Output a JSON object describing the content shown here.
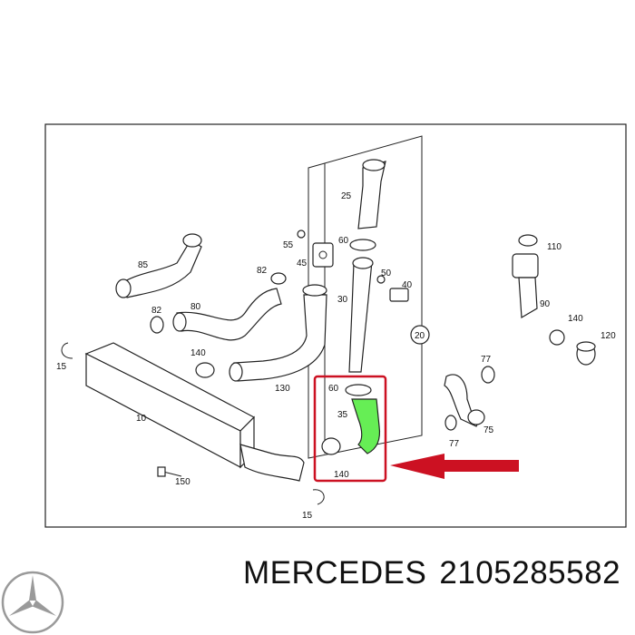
{
  "diagram": {
    "callouts": [
      "25",
      "55",
      "60",
      "45",
      "85",
      "82",
      "50",
      "40",
      "30",
      "80",
      "82",
      "20",
      "140",
      "130",
      "10",
      "60",
      "35",
      "140",
      "150",
      "15",
      "15",
      "110",
      "90",
      "140",
      "120",
      "77",
      "75",
      "77"
    ],
    "colors": {
      "highlight_part": "#66ee55",
      "highlight_box": "#cc1122",
      "arrow": "#cc1122",
      "line": "#222222"
    }
  },
  "footer": {
    "brand": "MERCEDES",
    "part_number": "2105285582",
    "logo_icon": "mercedes-star-icon"
  }
}
